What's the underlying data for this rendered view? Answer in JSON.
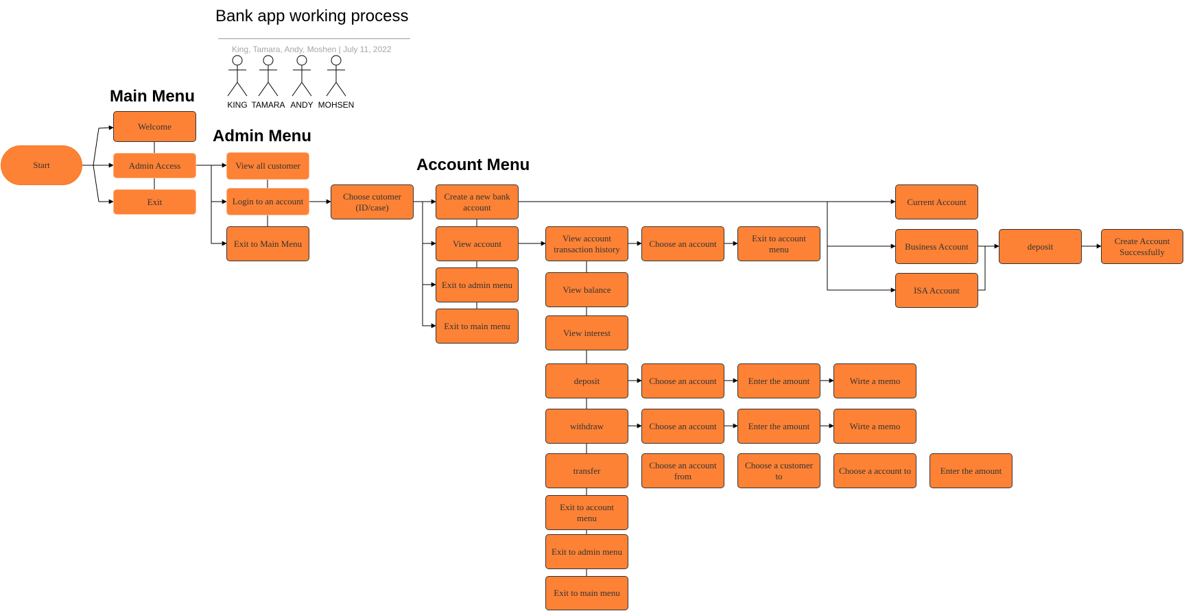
{
  "title": "Bank app working process",
  "subtitle": "King, Tamara, Andy, Moshen | July 11, 2022",
  "actors": [
    "KING",
    "TAMARA",
    "ANDY",
    "MOHSEN"
  ],
  "headings": {
    "main_menu": "Main Menu",
    "admin_menu": "Admin Menu",
    "account_menu": "Account Menu"
  },
  "colors": {
    "node_fill": "#fd8235",
    "node_border": "#333333",
    "line": "#000000"
  },
  "nodes": {
    "start": "Start",
    "welcome": "Welcome",
    "admin_access": "Admin Access",
    "exit": "Exit",
    "view_all_customer": "View all customer",
    "login_account": "Login to an account",
    "exit_main_menu": "Exit to Main Menu",
    "choose_customer": "Choose cutomer (ID/case)",
    "create_bank_account": "Create a new bank account",
    "view_account": "View account",
    "exit_admin_menu_1": "Exit to admin menu",
    "exit_main_menu_2": "Exit to main menu",
    "view_tx_history": "View account transaction history",
    "choose_account_1": "Choose an account",
    "exit_account_menu_1": "Exit to account menu",
    "view_balance": "View balance",
    "view_interest": "View interest",
    "deposit": "deposit",
    "withdraw": "withdraw",
    "transfer": "transfer",
    "exit_account_menu_2": "Exit to account menu",
    "exit_admin_menu_2": "Exit to admin menu",
    "exit_main_menu_3": "Exit to main menu",
    "dep_choose_account": "Choose an account",
    "dep_enter_amount": "Enter the amount",
    "dep_write_memo": "Wirte a memo",
    "wd_choose_account": "Choose an account",
    "wd_enter_amount": "Enter the amount",
    "wd_write_memo": "Wirte a memo",
    "tr_choose_from": "Choose an account from",
    "tr_choose_customer": "Choose a customer to",
    "tr_choose_account_to": "Choose a account to",
    "tr_enter_amount": "Enter the amount",
    "current_account": "Current Account",
    "business_account": "Business Account",
    "isa_account": "ISA Account",
    "ca_deposit": "deposit",
    "create_success": "Create Account Successfully"
  }
}
